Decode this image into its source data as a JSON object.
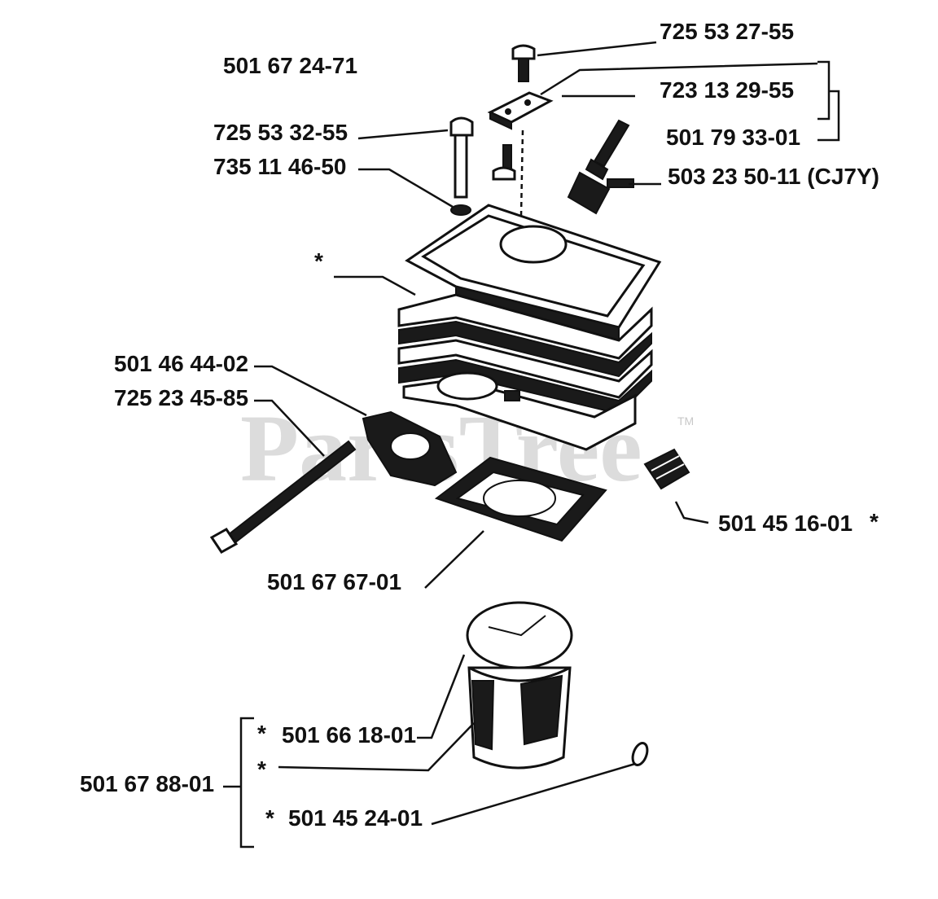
{
  "watermark": {
    "text": "PartsTree",
    "tm": "TM"
  },
  "labels": {
    "kit_top": "501 67 24-71",
    "screw_top": "725 53 27-55",
    "plate": "723 13 29-55",
    "plate_kit": "501 79 33-01",
    "bolt": "725 53 32-55",
    "washer": "735 11 46-50",
    "spark_plug": "503 23 50-11 (CJ7Y)",
    "cylinder": "*",
    "gasket_small": "501 46 44-02",
    "long_bolt": "725 23 45-85",
    "decomp_valve": "501 45 16-01",
    "decomp_star": "*",
    "base_gasket": "501 67 67-01",
    "piston_kit": "501 67 88-01",
    "ring": "501 66 18-01",
    "ring_star": "*",
    "piston_star": "*",
    "circlip": "501 45 24-01",
    "circlip_star": "*"
  }
}
